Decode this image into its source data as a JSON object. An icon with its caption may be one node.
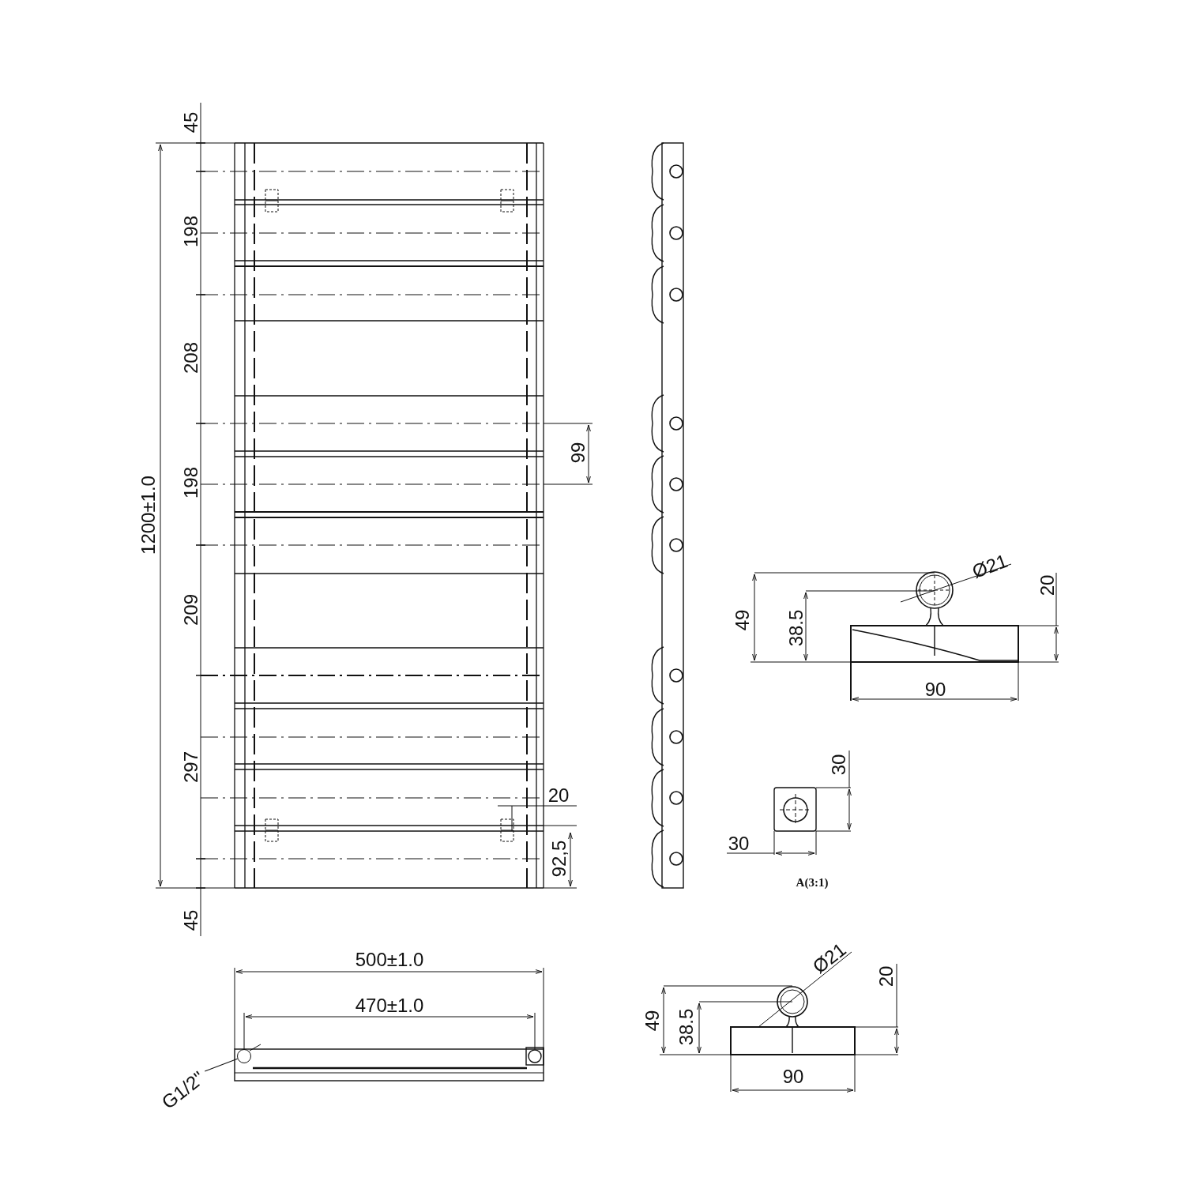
{
  "diagram": {
    "nodes": [
      {
        "text": [
          "G1/2\""
        ]
      },
      {
        "text": [],
        "shape": "circle"
      }
    ],
    "edges": [
      {
        "from": 0,
        "to": 1,
        "arrow": "none"
      }
    ],
    "labels": [
      "45",
      "198",
      "208",
      "198",
      "1200±1.0",
      "99",
      "209",
      "297",
      "20",
      "92,5",
      "45",
      "500±1.0",
      "470±1.0",
      "Ø21",
      "20",
      "49",
      "38.5",
      "90",
      "30",
      "30",
      "A(3:1)",
      "Ø21",
      "20",
      "49",
      "38.5",
      "90"
    ]
  }
}
